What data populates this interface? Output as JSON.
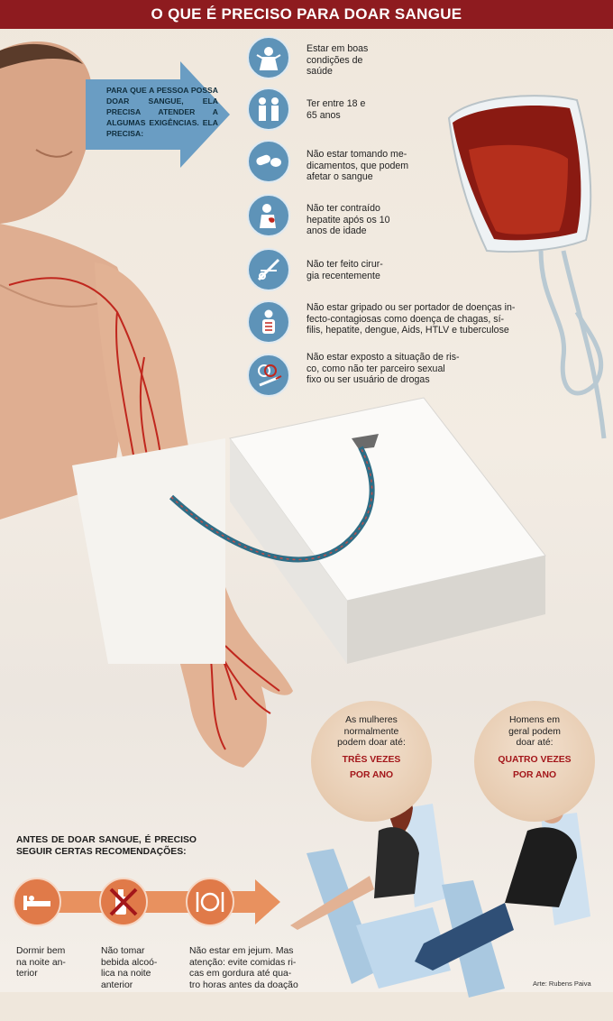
{
  "title": "O QUE É PRECISO PARA DOAR SANGUE",
  "intro": "PARA QUE A PESSOA POSSA DOAR SANGUE, ELA PRECISA ATENDER A ALGUMAS EXIGÊNCIAS. ELA PRECISA:",
  "requirements": [
    {
      "icon": "healthy-person-icon",
      "lines": [
        "Estar em boas",
        "condições de",
        "saúde"
      ]
    },
    {
      "icon": "age-range-icon",
      "lines": [
        "Ter entre 18 e",
        "65 anos"
      ]
    },
    {
      "icon": "pills-icon",
      "lines": [
        "Não estar tomando me-",
        "dicamentos, que podem",
        "afetar o sangue"
      ]
    },
    {
      "icon": "hepatitis-icon",
      "lines": [
        "Não ter contraído",
        "hepatite após os 10",
        "anos de idade"
      ]
    },
    {
      "icon": "surgery-tools-icon",
      "lines": [
        "Não ter feito cirur-",
        "gia recentemente"
      ]
    },
    {
      "icon": "sick-person-icon",
      "lines": [
        "Não estar gripado ou ser portador de doenças in-",
        "fecto-contagiosas como doença de chagas, sí-",
        "filis, hepatite, dengue, Aids, HTLV e tuberculose"
      ]
    },
    {
      "icon": "risk-behavior-icon",
      "lines": [
        "Não estar exposto a situação de ris-",
        "co, como não ter parceiro sexual",
        "fixo ou ser usuário de drogas"
      ]
    }
  ],
  "before_title": "ANTES DE DOAR SANGUE, É PRECISO SEGUIR CERTAS RECOMENDAÇÕES:",
  "recommendations": [
    {
      "icon": "bed-icon",
      "lines": [
        "Dormir bem",
        "na noite an-",
        "terior"
      ]
    },
    {
      "icon": "no-alcohol-icon",
      "lines": [
        "Não tomar",
        "bebida alcoó-",
        "lica na noite",
        "anterior"
      ]
    },
    {
      "icon": "plate-cutlery-icon",
      "lines": [
        "Não estar em jejum. Mas",
        "atenção: evite comidas ri-",
        "cas em gordura até qua-",
        "tro horas antes da doação"
      ]
    }
  ],
  "women": {
    "lines": [
      "As mulheres",
      "normalmente",
      "podem doar até:"
    ],
    "highlight": [
      "TRÊS VEZES",
      "POR ANO"
    ]
  },
  "men": {
    "lines": [
      "Homens em",
      "geral podem",
      "doar até:"
    ],
    "highlight": [
      "QUATRO VEZES",
      "POR ANO"
    ]
  },
  "credit": "Arte: Rubens Paiva",
  "colors": {
    "title_bar": "#8e1b1f",
    "arrow": "#6a9dc3",
    "icon_circle": "#5e93b8",
    "rec_orange": "#e07a49",
    "highlight_red": "#a3161a",
    "blood": "#8a1a12"
  }
}
